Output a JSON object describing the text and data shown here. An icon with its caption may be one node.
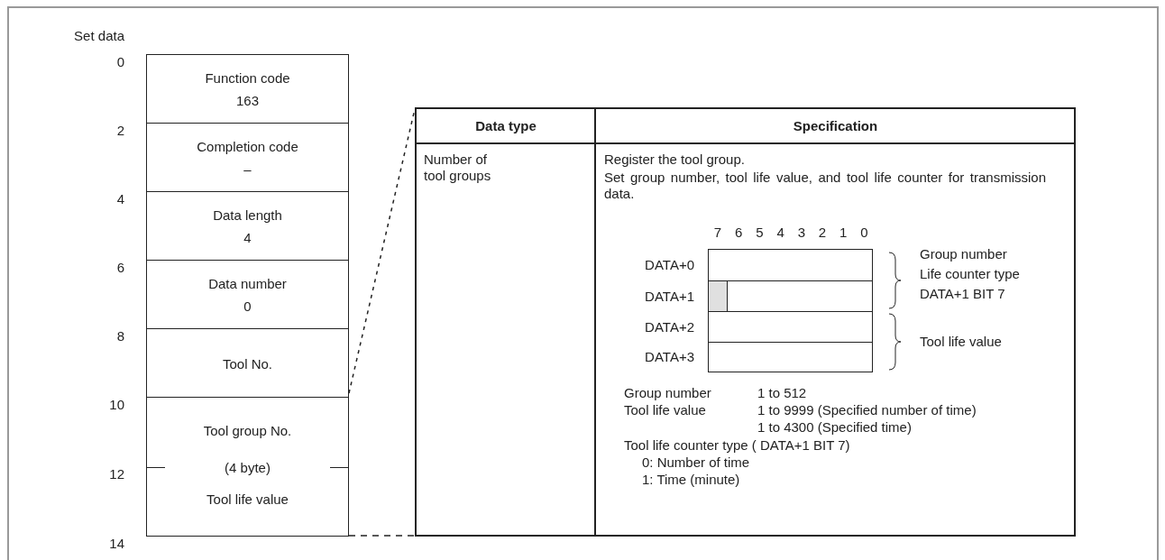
{
  "diagram": {
    "nodes": [
      {
        "text": [
          "Function code",
          "163"
        ]
      },
      {
        "text": [
          "Completion code",
          "–"
        ]
      },
      {
        "text": [
          "Data length",
          "4"
        ]
      },
      {
        "text": [
          "Data number",
          "0"
        ]
      },
      {
        "text": [
          "Tool No."
        ]
      },
      {
        "text": [
          "Tool group No.",
          "(4 byte)",
          "Tool life value"
        ]
      },
      {
        "text": [],
        "shape": "box",
        "beside": [
          "DATA+0"
        ]
      },
      {
        "text": [],
        "shape": "box",
        "beside": [
          "DATA+1"
        ]
      },
      {
        "text": [],
        "shape": "box",
        "beside": [
          "DATA+2"
        ]
      },
      {
        "text": [],
        "shape": "box",
        "beside": [
          "DATA+3"
        ]
      }
    ],
    "labels": [
      "Set data",
      "0",
      "2",
      "4",
      "6",
      "8",
      "10",
      "12",
      "14",
      "Data type",
      "Specification",
      "Number of tool groups",
      "Register the tool group.",
      "Set group number, tool life value, and tool life counter for transmission data.",
      "7",
      "6",
      "5",
      "4",
      "3",
      "2",
      "1",
      "0",
      "Group number",
      "Life counter type",
      "DATA+1 BIT 7",
      "Tool life value",
      "Group number",
      "1 to 512",
      "Tool life value",
      "1 to 9999 (Specified number of time)",
      "1 to 4300 (Specified time)",
      "Tool life counter type ( DATA+1 BIT 7)",
      "0: Number of time",
      "1: Time (minute)"
    ]
  }
}
